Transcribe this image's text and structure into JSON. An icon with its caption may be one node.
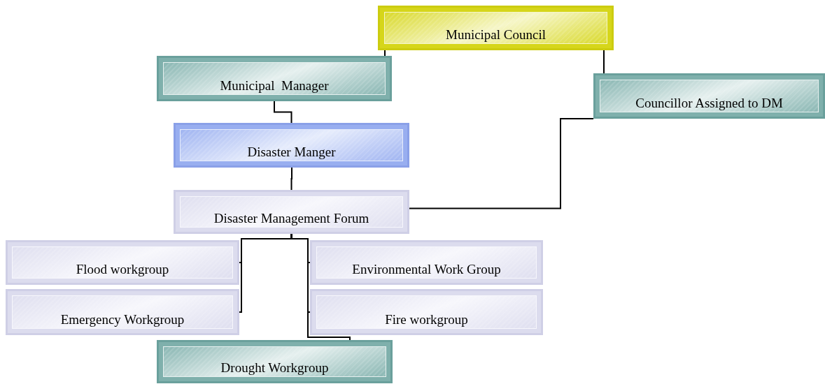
{
  "diagram": {
    "nodes": [
      {
        "text": [
          "Municipal Council"
        ]
      },
      {
        "text": [
          "Municipal  Manager"
        ]
      },
      {
        "text": [
          "Councillor Assigned to DM"
        ]
      },
      {
        "text": [
          "Disaster Manger"
        ]
      },
      {
        "text": [
          "Disaster Management Forum"
        ]
      },
      {
        "text": [
          "Flood workgroup"
        ]
      },
      {
        "text": [
          "Environmental Work Group"
        ]
      },
      {
        "text": [
          "Emergency Workgroup"
        ]
      },
      {
        "text": [
          "Fire workgroup"
        ]
      },
      {
        "text": [
          "Drought Workgroup"
        ]
      }
    ],
    "edges": [
      {
        "from": 0,
        "to": 1,
        "arrow": "none"
      },
      {
        "from": 0,
        "to": 2,
        "arrow": "none"
      },
      {
        "from": 1,
        "to": 3,
        "arrow": "none"
      },
      {
        "from": 3,
        "to": 4,
        "arrow": "none"
      },
      {
        "from": 2,
        "to": 4,
        "arrow": "none"
      },
      {
        "from": 4,
        "to": 5,
        "arrow": "none"
      },
      {
        "from": 4,
        "to": 6,
        "arrow": "none"
      },
      {
        "from": 4,
        "to": 7,
        "arrow": "none"
      },
      {
        "from": 4,
        "to": 8,
        "arrow": "none"
      },
      {
        "from": 4,
        "to": 9,
        "arrow": "none"
      }
    ]
  }
}
